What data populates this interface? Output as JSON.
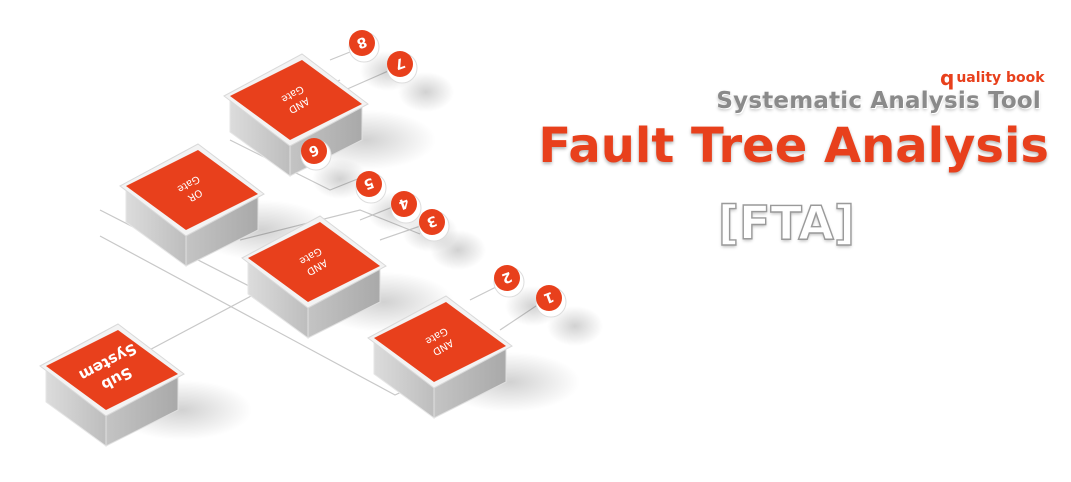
{
  "brand": {
    "logo_letter": "q",
    "name": "uality book"
  },
  "header": {
    "subtitle": "Systematic Analysis Tool",
    "title": "Fault Tree Analysis",
    "abbreviation": "[FTA]"
  },
  "diagram": {
    "blocks": [
      {
        "id": "and-top",
        "line1": "AND",
        "line2": "Gate"
      },
      {
        "id": "or",
        "line1": "OR",
        "line2": "Gate"
      },
      {
        "id": "and-mid",
        "line1": "AND",
        "line2": "Gate"
      },
      {
        "id": "and-low",
        "line1": "AND",
        "line2": "Gate"
      },
      {
        "id": "subsystem",
        "line1": "Sub",
        "line2": "System"
      }
    ],
    "events": [
      "1",
      "2",
      "3",
      "4",
      "5",
      "6",
      "7",
      "8"
    ]
  },
  "colors": {
    "accent": "#e8401c",
    "block_side": "#c9c9c9",
    "block_top": "#e8e8e8",
    "text_gray": "#8a8a8a"
  }
}
